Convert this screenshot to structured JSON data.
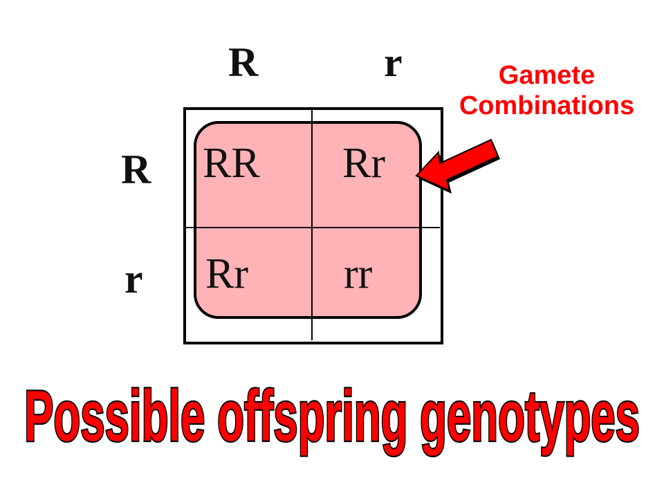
{
  "punnett_square": {
    "parent_top": [
      "R",
      "r"
    ],
    "parent_side": [
      "R",
      "r"
    ],
    "cells": [
      "RR",
      "Rr",
      "Rr",
      "rr"
    ]
  },
  "callout": {
    "line1": "Gamete",
    "line2": "Combinations"
  },
  "caption": "Possible offspring genotypes",
  "colors": {
    "highlight": "#ff969b",
    "accent": "#ff0000",
    "caption_outline": "#000000"
  },
  "icons": {
    "pointer": "arrow-left-down-icon"
  }
}
